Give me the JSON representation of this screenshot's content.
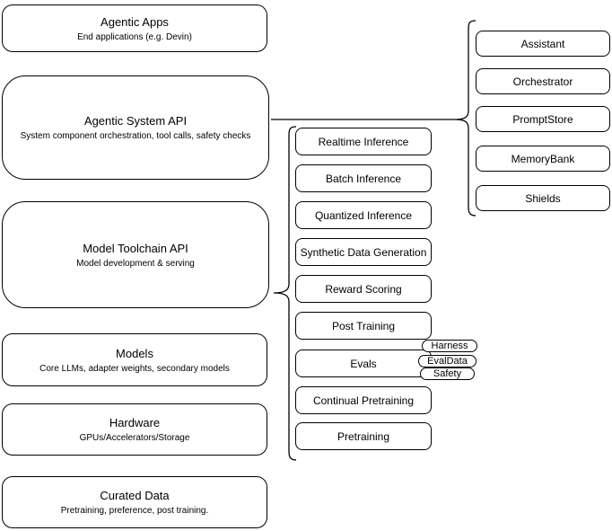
{
  "diagram": {
    "left_stack": [
      {
        "title": "Agentic Apps",
        "subtitle": "End applications (e.g. Devin)"
      },
      {
        "title": "Agentic System API",
        "subtitle": "System component orchestration, tool calls, safety checks"
      },
      {
        "title": "Model Toolchain API",
        "subtitle": "Model development & serving"
      },
      {
        "title": "Models",
        "subtitle": "Core LLMs, adapter weights, secondary models"
      },
      {
        "title": "Hardware",
        "subtitle": "GPUs/Accelerators/Storage"
      },
      {
        "title": "Curated Data",
        "subtitle": "Pretraining, preference, post training."
      }
    ],
    "toolchain": {
      "items": [
        "Realtime Inference",
        "Batch Inference",
        "Quantized Inference",
        "Synthetic Data Generation",
        "Reward Scoring",
        "Post Training",
        "Evals",
        "Continual Pretraining",
        "Pretraining"
      ],
      "eval_tags": [
        "Harness",
        "EvalData",
        "Safety"
      ]
    },
    "system_components": [
      "Assistant",
      "Orchestrator",
      "PromptStore",
      "MemoryBank",
      "Shields"
    ],
    "colors": {
      "stroke": "#000000",
      "fill": "#ffffff",
      "text": "#000000"
    }
  }
}
